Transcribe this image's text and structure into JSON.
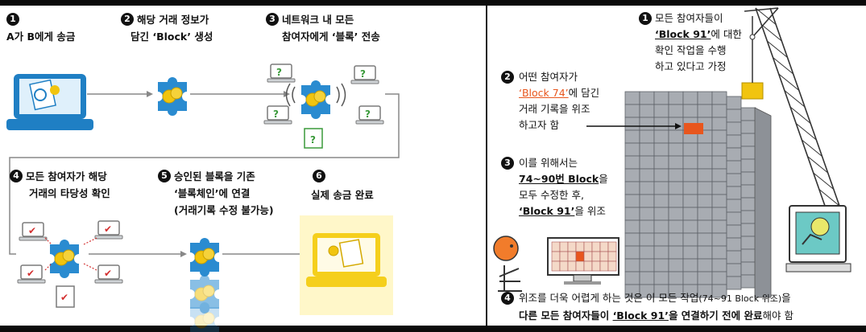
{
  "left": {
    "steps": [
      {
        "num": "1",
        "line1": "A가 B에게 송금",
        "line2": ""
      },
      {
        "num": "2",
        "line1": "해당 거래 정보가",
        "line2": "담긴 ‘Block’ 생성"
      },
      {
        "num": "3",
        "line1": "네트워크 내 모든",
        "line2": "참여자에게 ‘블록’ 전송"
      },
      {
        "num": "4",
        "line1": "모든 참여자가 해당",
        "line2": "거래의 타당성 확인"
      },
      {
        "num": "5",
        "line1": "승인된 블록을 기존",
        "line2": "‘블록체인’에 연결",
        "line3": "(거래기록 수정 불가능)"
      },
      {
        "num": "6",
        "line1": "실제 송금 완료",
        "line2": ""
      }
    ],
    "question_mark": "?",
    "check_mark": "✔"
  },
  "right": {
    "step1": {
      "num": "1",
      "line1": "모든 참여자들이",
      "line2_block": "‘Block 91’",
      "line2_rest": "에 대한",
      "line3": "확인 작업을 수행",
      "line4": "하고 있다고 가정"
    },
    "step2": {
      "num": "2",
      "line1": "어떤 참여자가",
      "line2_block": "‘Block 74’",
      "line2_rest": "에 담긴",
      "line3": "거래 기록을 위조",
      "line4": "하고자 함"
    },
    "step3": {
      "num": "3",
      "line1": "이를 위해서는",
      "line2": "74~90번 Block",
      "line2_rest": "을",
      "line3": "모두 수정한 후,",
      "line4_block": "‘Block 91’",
      "line4_rest": "을 위조"
    },
    "step4": {
      "num": "4",
      "line1_a": "위조를 더욱 어렵게 하는 것은 이 모든 작업",
      "line1_b": "(74~91 Block 위조)",
      "line1_c": "을",
      "line2_a": "다른 모든 참여자들이 ",
      "line2_block": "‘Block 91’",
      "line2_b": "을 연결하기 전에 완료",
      "line2_c": "해야 함"
    }
  },
  "colors": {
    "laptop_blue": "#1f7fc4",
    "puzzle_blue": "#2a8bd0",
    "gold": "#f1c40f",
    "orange": "#e8561d",
    "green": "#3a9a3a",
    "check_red": "#d32f2f",
    "building": "#a8acb2"
  }
}
